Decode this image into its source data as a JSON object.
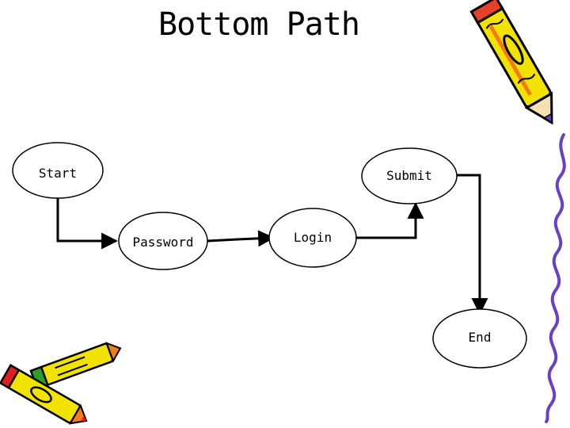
{
  "title": "Bottom Path",
  "nodes": {
    "start": "Start",
    "submit": "Submit",
    "password": "Password",
    "login": "Login",
    "end": "End"
  },
  "decorations": {
    "pencil_top_right": "pencil-icon",
    "crayons_bottom_left": "crayons-icon",
    "squiggle_right": "squiggle-line"
  },
  "colors": {
    "pencil_yellow": "#f2e200",
    "pencil_orange": "#f07c1a",
    "squiggle_purple": "#6a3fc8",
    "crayon_red": "#e02020",
    "crayon_green": "#2aa02a"
  }
}
